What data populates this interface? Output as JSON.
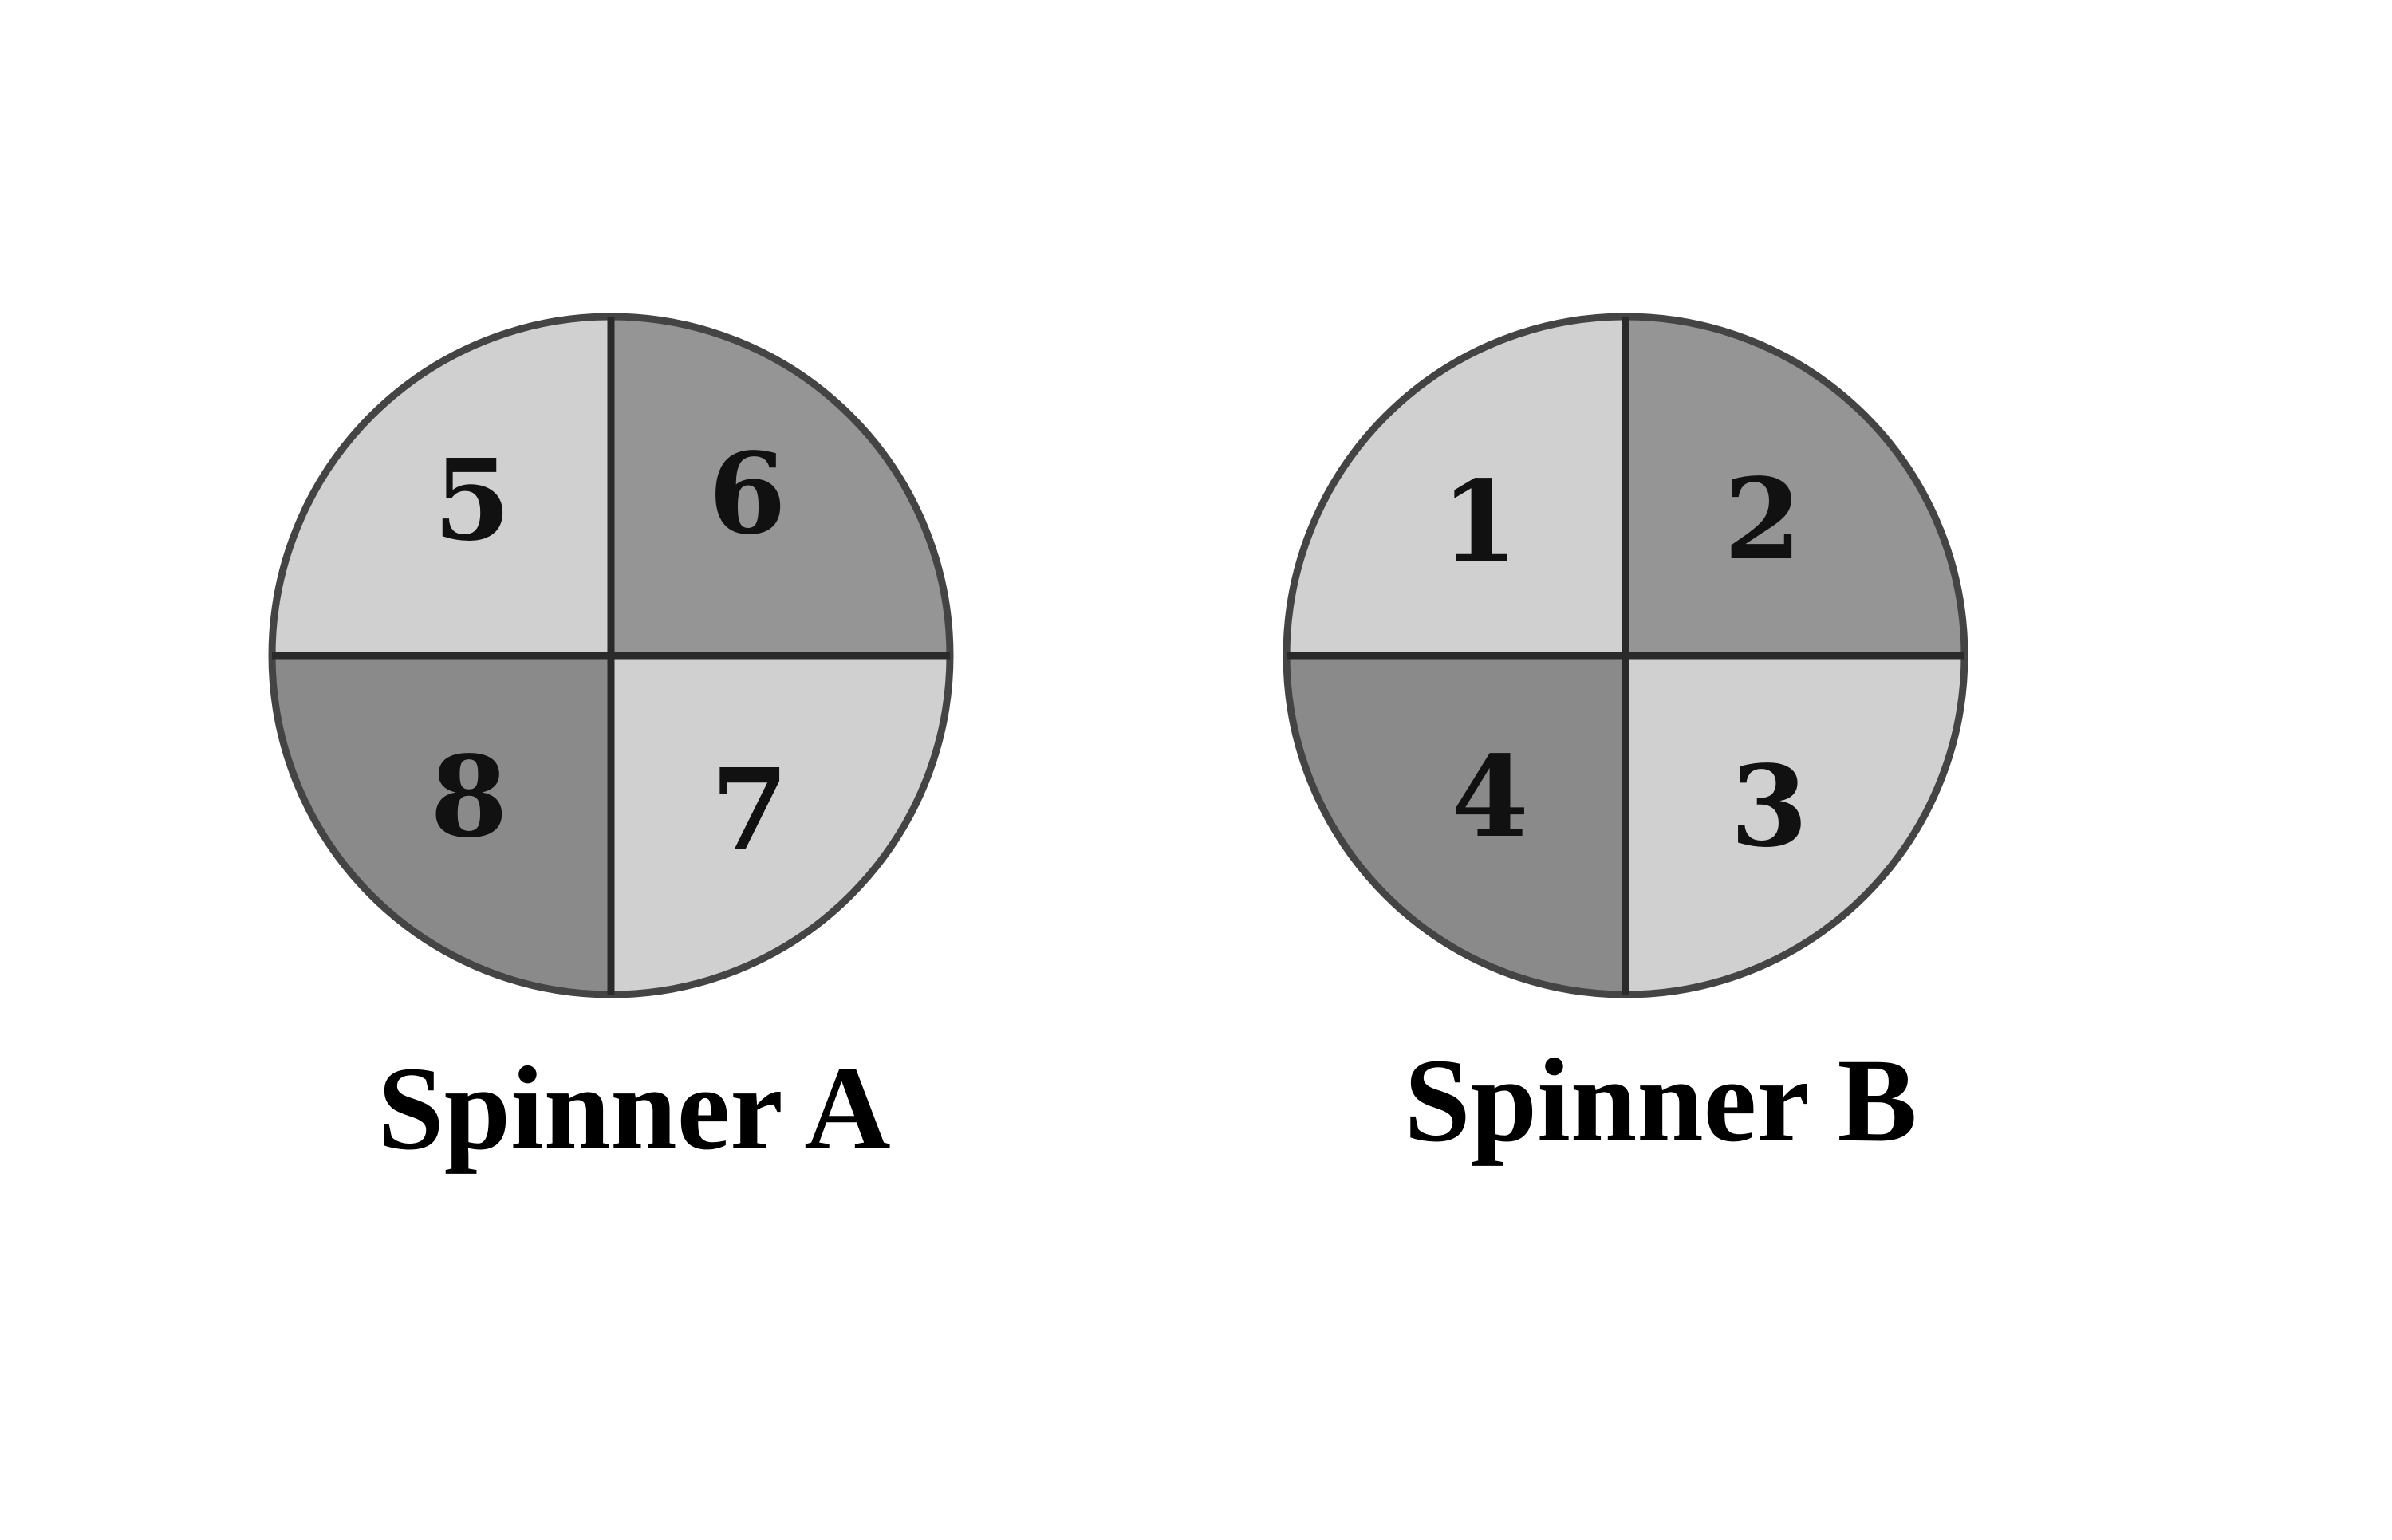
{
  "spinners": [
    {
      "caption": "Spinner A",
      "sectors": [
        {
          "label": "5",
          "color": "#d0d0d0"
        },
        {
          "label": "6",
          "color": "#959595"
        },
        {
          "label": "8",
          "color": "#8a8a8a"
        },
        {
          "label": "7",
          "color": "#d0d0d0"
        }
      ]
    },
    {
      "caption": "Spinner B",
      "sectors": [
        {
          "label": "1",
          "color": "#d0d0d0"
        },
        {
          "label": "2",
          "color": "#959595"
        },
        {
          "label": "4",
          "color": "#8a8a8a"
        },
        {
          "label": "3",
          "color": "#d0d0d0"
        }
      ]
    }
  ],
  "outline_color": "#444444",
  "divider_color": "#2a2a2a"
}
